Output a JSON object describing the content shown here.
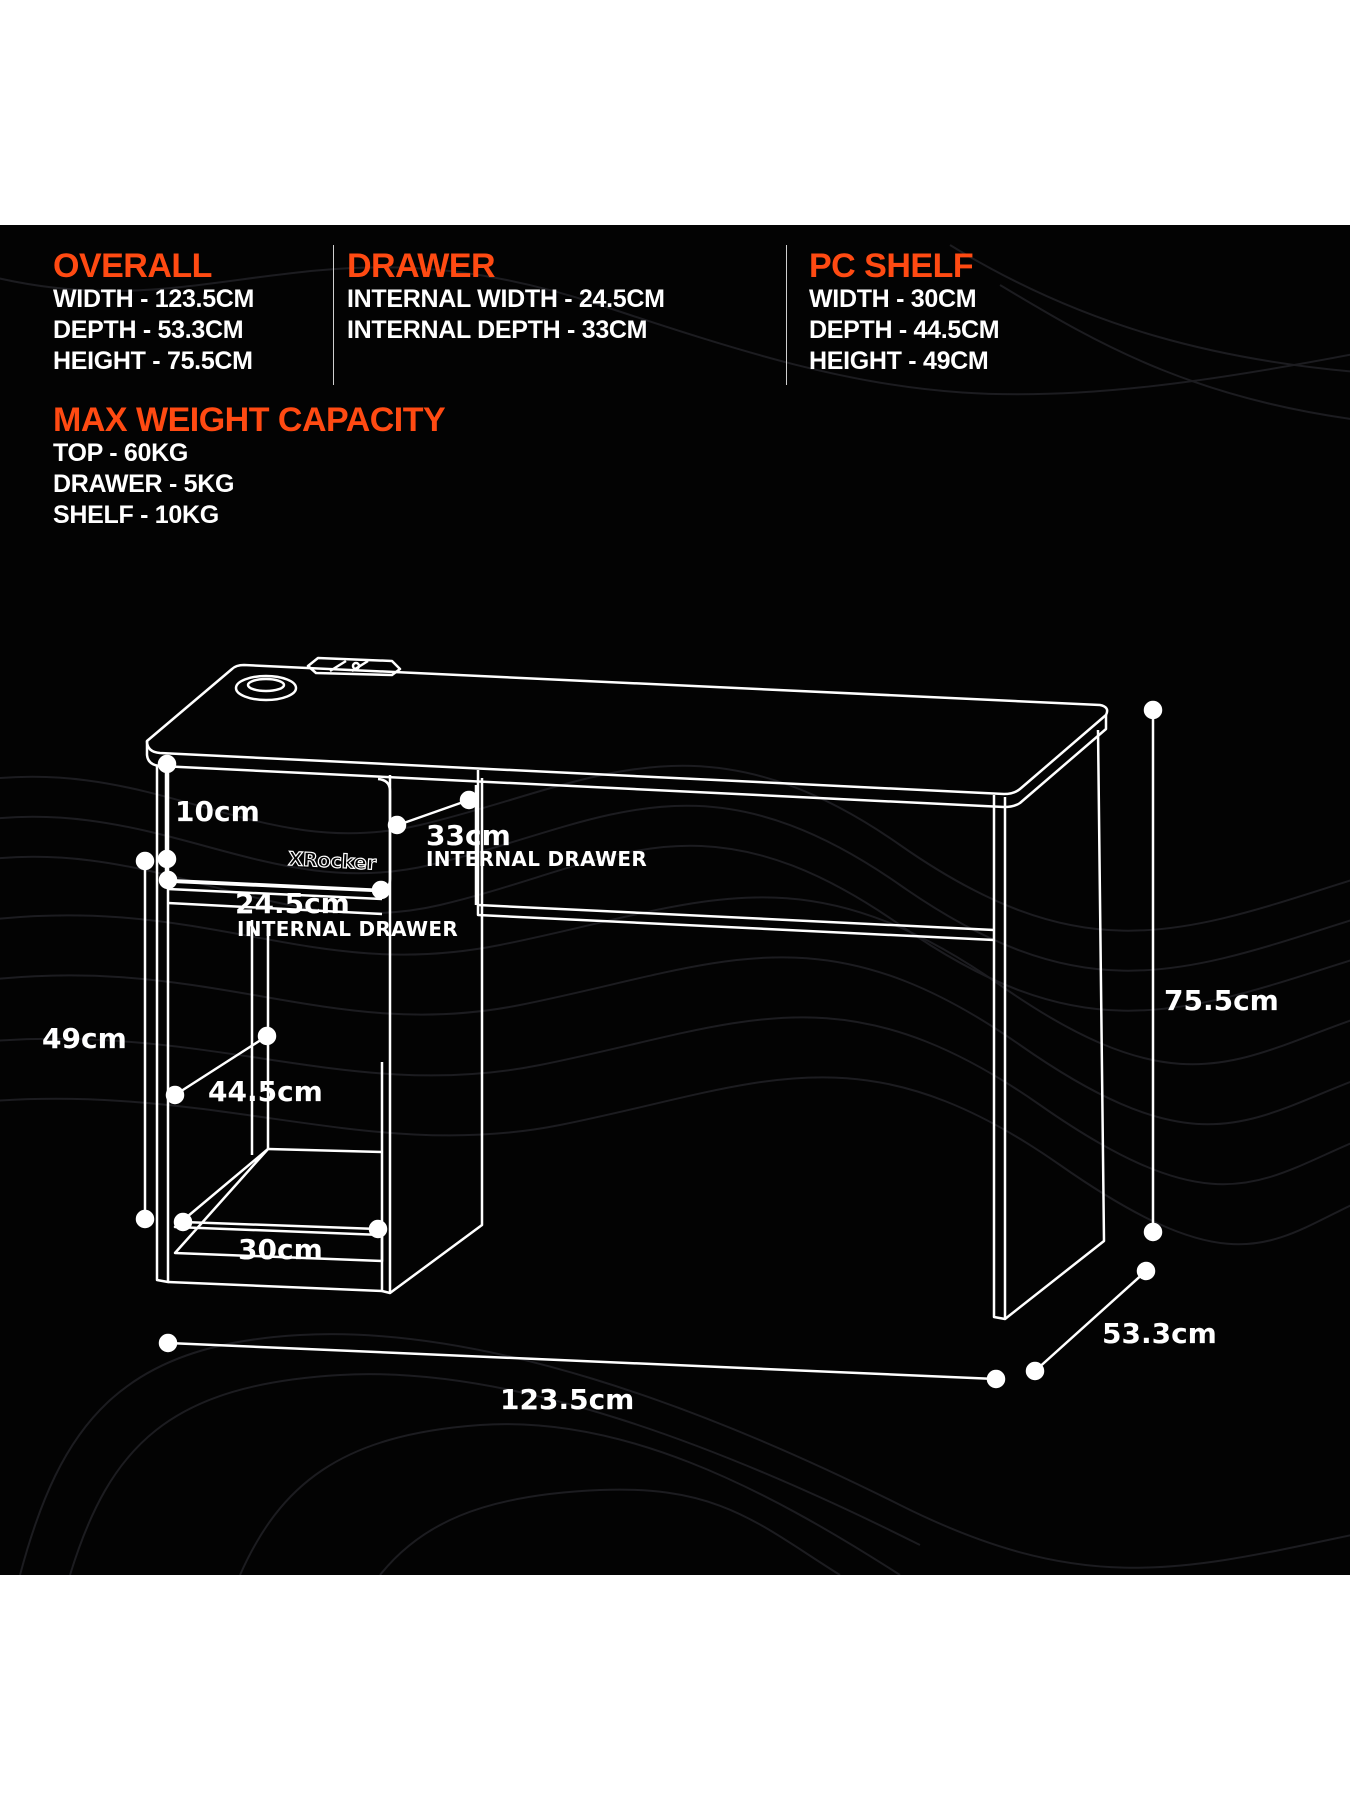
{
  "colors": {
    "accent": "#ff4a12",
    "background": "#030303",
    "line": "#ffffff"
  },
  "specs": {
    "overall": {
      "title": "OVERALL",
      "rows": [
        "WIDTH - 123.5CM",
        "DEPTH - 53.3CM",
        "HEIGHT - 75.5CM"
      ]
    },
    "drawer": {
      "title": "DRAWER",
      "rows": [
        "INTERNAL WIDTH - 24.5CM",
        "INTERNAL DEPTH - 33CM"
      ]
    },
    "pc_shelf": {
      "title": "PC SHELF",
      "rows": [
        "WIDTH - 30CM",
        "DEPTH - 44.5CM",
        "HEIGHT - 49CM"
      ]
    },
    "max_weight": {
      "title": "MAX WEIGHT CAPACITY",
      "rows": [
        "TOP - 60KG",
        "DRAWER - 5KG",
        "SHELF - 10KG"
      ]
    }
  },
  "diagram": {
    "brand_logo": "XRocker",
    "labels": {
      "drawer_height": "10cm",
      "drawer_depth": "33cm",
      "drawer_depth_note": "INTERNAL DRAWER",
      "drawer_width": "24.5cm",
      "drawer_width_note": "INTERNAL DRAWER",
      "shelf_height": "49cm",
      "shelf_depth": "44.5cm",
      "shelf_width": "30cm",
      "overall_height": "75.5cm",
      "overall_depth": "53.3cm",
      "overall_width": "123.5cm"
    }
  }
}
